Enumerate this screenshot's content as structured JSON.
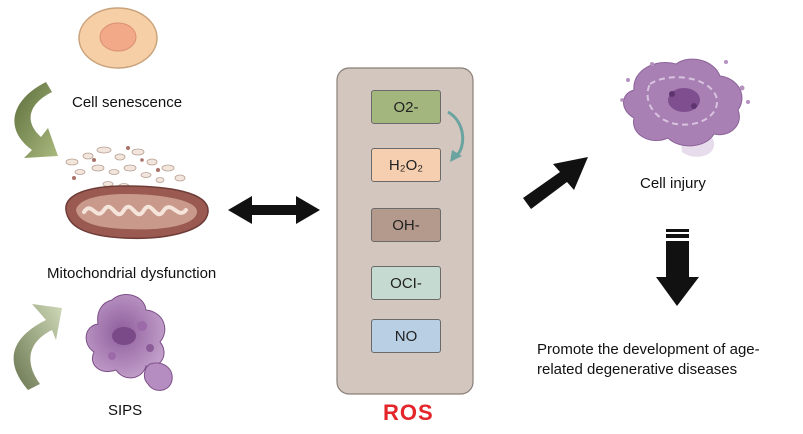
{
  "labels": {
    "cell_senescence": "Cell senescence",
    "mitochondrial_dysfunction": "Mitochondrial dysfunction",
    "sips": "SIPS",
    "cell_injury": "Cell injury",
    "promote": "Promote the development of age-related degenerative diseases",
    "ros": "ROS"
  },
  "ros_species": [
    {
      "id": "o2",
      "label": "O2-",
      "color": "#a3b67e"
    },
    {
      "id": "h2o2",
      "label": "H₂O₂",
      "color": "#f6cfb0"
    },
    {
      "id": "oh",
      "label": "OH-",
      "color": "#b39a8c"
    },
    {
      "id": "oci",
      "label": "OCI-",
      "color": "#c5dad0"
    },
    {
      "id": "no",
      "label": "NO",
      "color": "#b8cfe4"
    }
  ],
  "colors": {
    "panel_fill": "#d2c6be",
    "ros_text": "#e4262b",
    "cell_purple": "#a880b4",
    "mito_brown": "#9a5a52",
    "curve_arrow": "#7d8e5a",
    "cycle_arrow": "#6aa3a0"
  },
  "icons": [
    "cell-icon",
    "mitochondria-icon",
    "sips-cell-icon",
    "injured-cell-icon"
  ]
}
